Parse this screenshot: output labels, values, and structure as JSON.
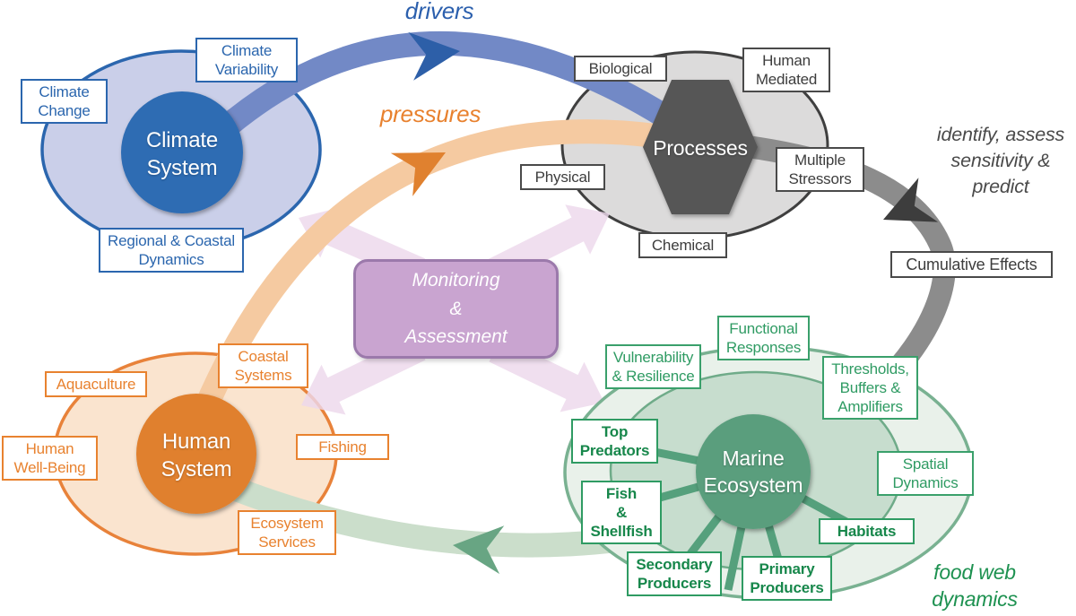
{
  "climate": {
    "title": "Climate\nSystem",
    "labels": [
      {
        "text": "Climate\nVariability"
      },
      {
        "text": "Climate\nChange"
      },
      {
        "text": "Regional & Coastal\nDynamics"
      }
    ]
  },
  "processes": {
    "title": "Processes",
    "labels": [
      {
        "text": "Biological"
      },
      {
        "text": "Human\nMediated"
      },
      {
        "text": "Physical"
      },
      {
        "text": "Chemical"
      },
      {
        "text": "Multiple\nStressors"
      }
    ]
  },
  "human": {
    "title": "Human\nSystem",
    "labels": [
      {
        "text": "Aquaculture"
      },
      {
        "text": "Human\nWell-Being"
      },
      {
        "text": "Coastal\nSystems"
      },
      {
        "text": "Fishing"
      },
      {
        "text": "Ecosystem\nServices"
      }
    ]
  },
  "marine": {
    "title": "Marine\nEcosystem",
    "labels": [
      {
        "text": "Functional\nResponses"
      },
      {
        "text": "Vulnerability\n& Resilience"
      },
      {
        "text": "Thresholds,\nBuffers &\nAmplifiers"
      },
      {
        "text": "Spatial\nDynamics"
      }
    ],
    "components": [
      {
        "text": "Top\nPredators"
      },
      {
        "text": "Fish\n&\nShellfish"
      },
      {
        "text": "Secondary\nProducers"
      },
      {
        "text": "Primary\nProducers"
      },
      {
        "text": "Habitats"
      }
    ]
  },
  "center": {
    "text": "Monitoring\n&\nAssessment"
  },
  "annotations": {
    "drivers": "drivers",
    "pressures": "pressures",
    "identify": "identify, assess\nsensitivity &\npredict",
    "food_web": "food web\ndynamics",
    "cumulative_effects": "Cumulative Effects"
  },
  "colors": {
    "climate_blue": "#2f6cb3",
    "climate_band": "#7289c6",
    "processes_dark_gray": "#565656",
    "processes_band": "#8c8c8c",
    "human_orange": "#e0802f",
    "human_band": "#f5caa1",
    "marine_green": "#5a9e7d",
    "marine_band": "#cbdecb",
    "monitoring_purple": "#c9a4d0",
    "arrow_pink": "#edd8ec"
  }
}
